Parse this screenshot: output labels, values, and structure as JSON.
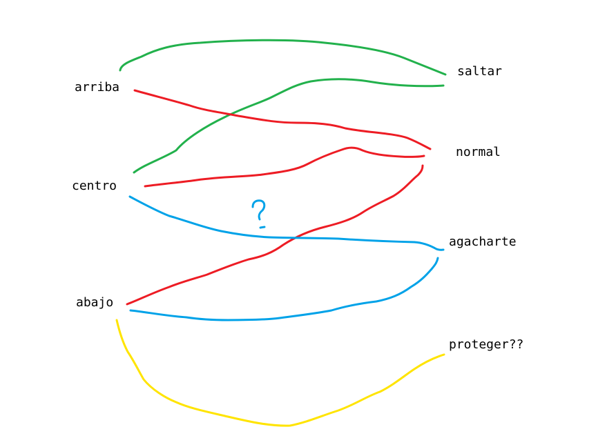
{
  "left_labels": {
    "arriba": "arriba",
    "centro": "centro",
    "abajo": "abajo"
  },
  "right_labels": {
    "saltar": "saltar",
    "normal": "normal",
    "agacharte": "agacharte",
    "proteger": "proteger??"
  },
  "question_mark": "?",
  "colors": {
    "green": "#22b14c",
    "red": "#ed1c24",
    "blue": "#00a2e8",
    "yellow": "#ffe400",
    "text": "#000000",
    "background": "#ffffff"
  },
  "connections": [
    {
      "from": "arriba",
      "to": "saltar",
      "color": "green"
    },
    {
      "from": "arriba",
      "to": "normal",
      "color": "red"
    },
    {
      "from": "centro",
      "to": "saltar",
      "color": "green"
    },
    {
      "from": "centro",
      "to": "normal",
      "color": "red"
    },
    {
      "from": "centro",
      "to": "agacharte",
      "color": "blue"
    },
    {
      "from": "abajo",
      "to": "normal",
      "color": "red"
    },
    {
      "from": "abajo",
      "to": "agacharte",
      "color": "blue"
    },
    {
      "from": "abajo",
      "to": "proteger??",
      "color": "yellow"
    }
  ]
}
